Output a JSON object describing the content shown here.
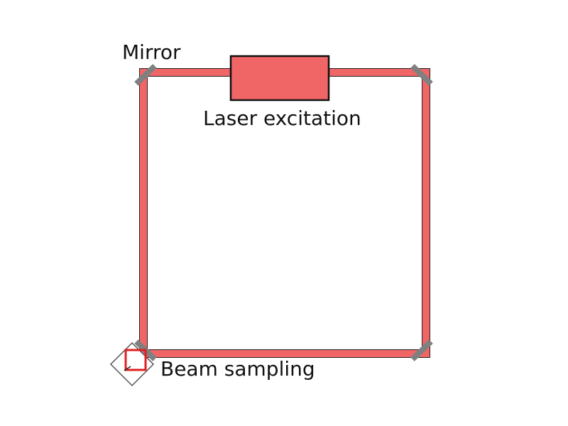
{
  "labels": {
    "mirror": "Mirror",
    "laser_excitation": "Laser excitation",
    "beam_sampling": "Beam sampling"
  },
  "colors": {
    "beam": "#F06666",
    "beam_outline": "#222222",
    "laser_block": "#F06666",
    "mirror": "#808080",
    "sampler_outline": "#555555",
    "sampler_square": "#E02020"
  },
  "components": [
    "mirror-top-left",
    "mirror-top-right",
    "mirror-bottom-right",
    "mirror-bottom-left",
    "laser-excitation-block",
    "beam-sampler"
  ]
}
